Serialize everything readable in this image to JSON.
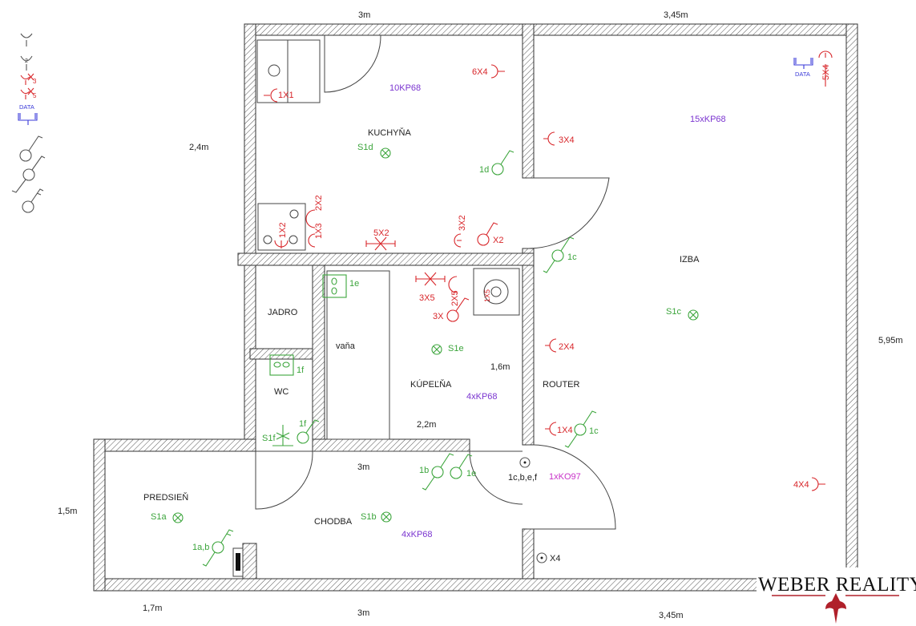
{
  "dimensions": {
    "top_left": "3m",
    "top_right": "3,45m",
    "left_kitchen": "2,4m",
    "right_izba": "5,95m",
    "left_predsien": "1,5m",
    "bottom_left": "1,7m",
    "bottom_mid": "3m",
    "bottom_right": "3,45m",
    "chodba_width": "3m",
    "bath_width": "2,2m",
    "bath_height": "1,6m"
  },
  "rooms": {
    "kitchen": "KUCHYŇA",
    "izba": "IZBA",
    "jadro": "JADRO",
    "wc": "WC",
    "bath": "KÚPEĽŇA",
    "bathtub": "vaňa",
    "router": "ROUTER",
    "predsien": "PREDSIEŇ",
    "chodba": "CHODBA"
  },
  "cables": {
    "kitchen": "10KP68",
    "izba": "15xKP68",
    "bath": "4xKP68",
    "chodba": "4xKP68",
    "ko": "1xKO97"
  },
  "lights": {
    "s1d": "S1d",
    "s1c": "S1c",
    "s1e": "S1e",
    "s1f": "S1f",
    "s1a": "S1a",
    "s1b": "S1b"
  },
  "switches": {
    "1d": "1d",
    "1c_top": "1c",
    "1e": "1e",
    "1f": "1f",
    "1f_b": "1f",
    "1b": "1b",
    "1e_b": "1e",
    "1c_bot": "1c",
    "1ab": "1a,b",
    "junction": "1c,b,e,f"
  },
  "sockets": {
    "1x1": "1X1",
    "6x4": "6X4",
    "3x4": "3X4",
    "1x2": "1X2",
    "1x3": "1X3",
    "2x2": "2X2",
    "5x2": "5X2",
    "3x2": "3X2",
    "x2": "X2",
    "3x5": "3X5",
    "2x5": "2X5",
    "3x": "3X",
    "1x5": "1X5",
    "2x4": "2X4",
    "1x4": "1X4",
    "4x4": "4X4",
    "5x4": "5X4",
    "x4": "X4"
  },
  "legend": {
    "data": "DATA",
    "sub2": "2",
    "sub3": "3",
    "sub5": "5"
  },
  "izba_data": "DATA",
  "logo": {
    "text": "WEBER REALITY"
  },
  "colors": {
    "red": "#d8262a",
    "green": "#3ca53c",
    "purple": "#7b35d0",
    "blue": "#3a3ad8",
    "logo_red": "#b0202a"
  }
}
